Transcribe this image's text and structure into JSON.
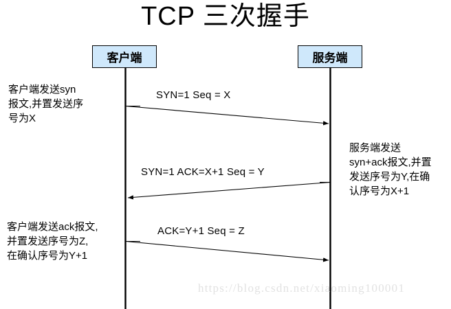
{
  "title": "TCP 三次握手",
  "actors": [
    {
      "id": "client",
      "label": "客户端"
    },
    {
      "id": "server",
      "label": "服务端"
    }
  ],
  "messages": [
    {
      "id": "syn",
      "label": "SYN=1  Seq = X",
      "direction": "client-to-server"
    },
    {
      "id": "syn-ack",
      "label": "SYN=1  ACK=X+1 Seq = Y",
      "direction": "server-to-client"
    },
    {
      "id": "ack",
      "label": "ACK=Y+1 Seq = Z",
      "direction": "client-to-server"
    }
  ],
  "notes": {
    "client_syn": {
      "side": "left",
      "lines": [
        "客户端发送syn",
        "报文,并置发送序",
        "号为X"
      ]
    },
    "server_syn_ack": {
      "side": "right",
      "lines": [
        "服务端发送",
        "syn+ack报文,并置",
        "发送序号为Y,在确",
        "认序号为X+1"
      ]
    },
    "client_ack": {
      "side": "left",
      "lines": [
        "客户端发送ack报文,",
        "并置发送序号为Z,",
        "在确认序号为Y+1"
      ]
    }
  },
  "watermark": "https://blog.csdn.net/xiaoming100001",
  "colors": {
    "actor_box_fill": "#cfe8fb",
    "stroke": "#000000",
    "background": "#ffffff",
    "watermark": "#e2e2e2"
  }
}
